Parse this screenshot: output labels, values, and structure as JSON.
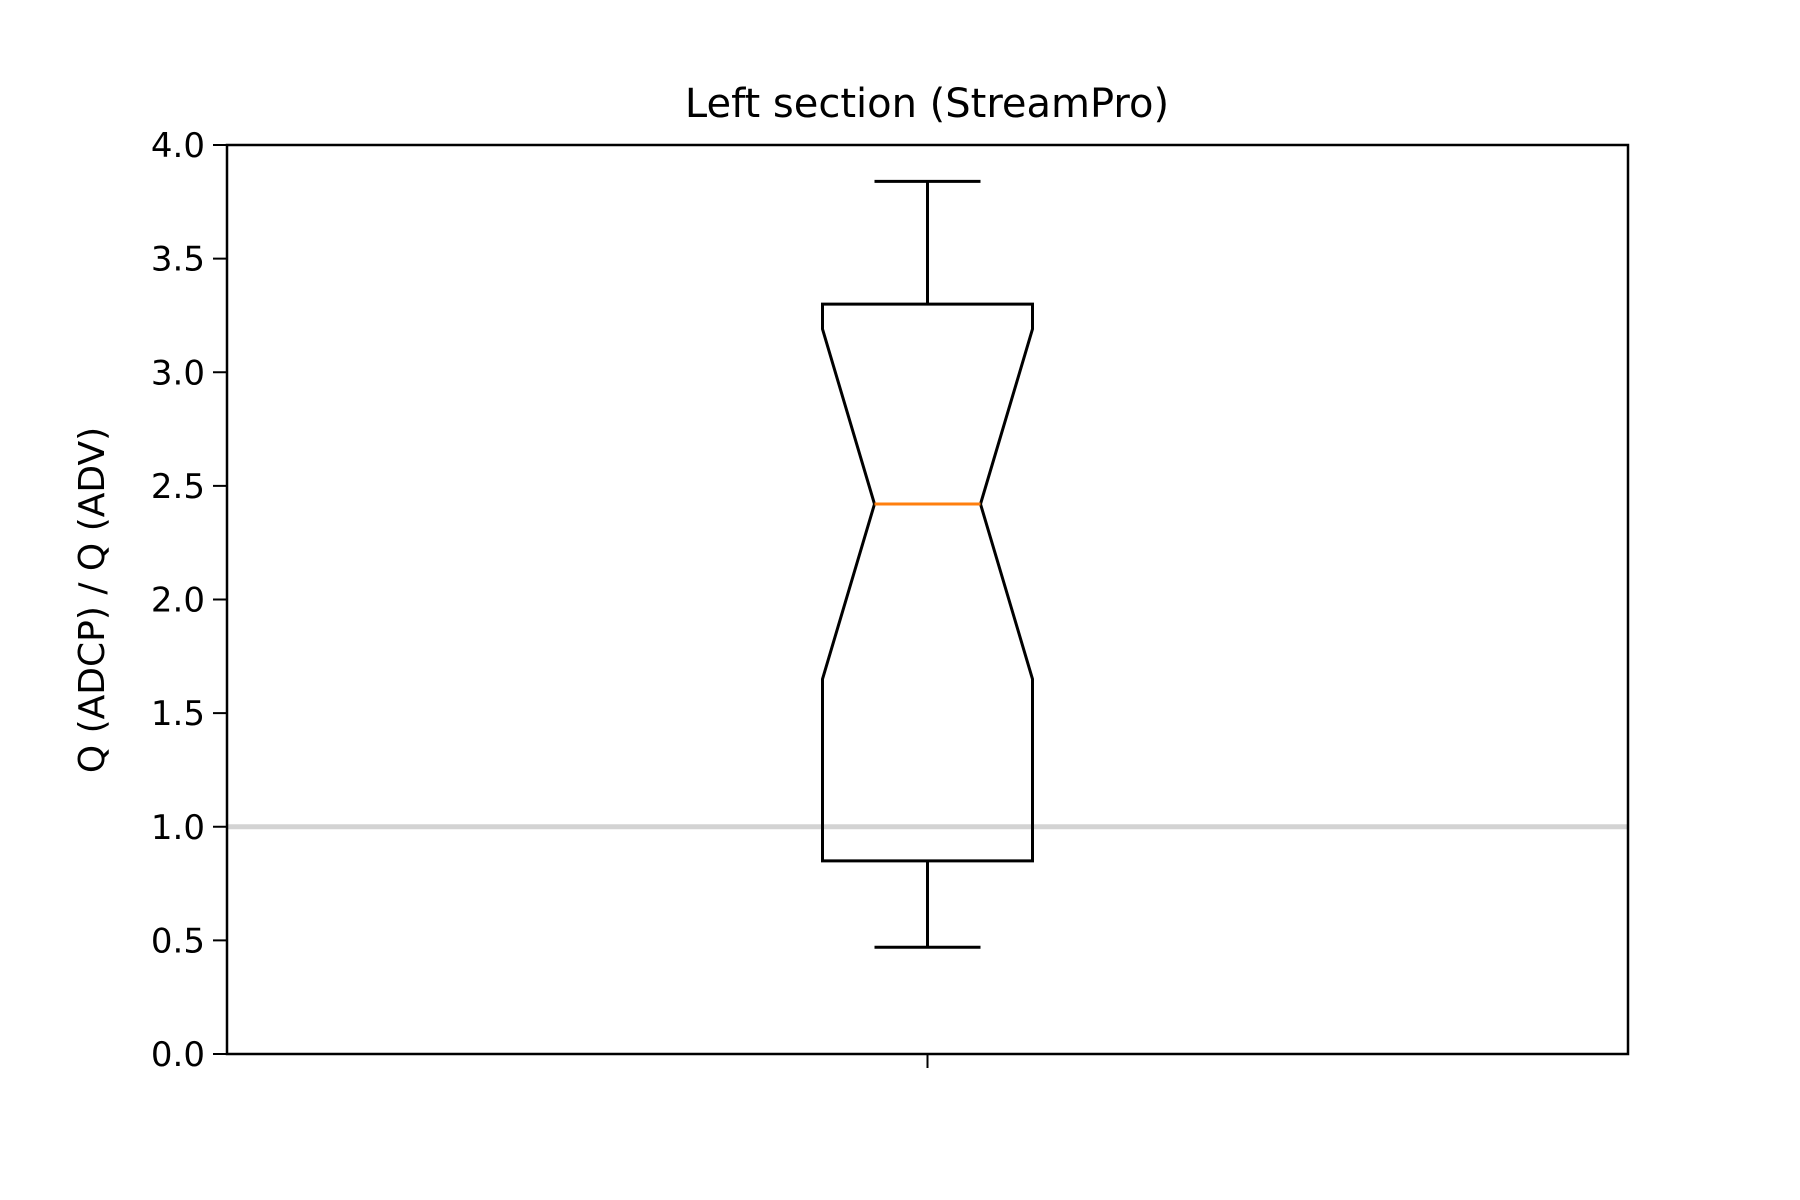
{
  "chart_data": {
    "type": "boxplot",
    "title": "Left section (StreamPro)",
    "xlabel": "",
    "ylabel": "Q (ADCP) / Q (ADV)",
    "ylim": [
      0,
      4
    ],
    "yticks": [
      "0.0",
      "0.5",
      "1.0",
      "1.5",
      "2.0",
      "2.5",
      "3.0",
      "3.5",
      "4.0"
    ],
    "grid": false,
    "notched": true,
    "boxes": [
      {
        "whisker_low": 0.47,
        "q1": 0.85,
        "notch_low": 1.65,
        "median": 2.42,
        "notch_high": 3.19,
        "q3": 3.3,
        "whisker_high": 3.84
      }
    ],
    "reference_line": {
      "y": 1.0,
      "color": "#d3d3d3"
    },
    "colors": {
      "box": "#000000",
      "median": "#ff7f0e",
      "reference": "#d3d3d3"
    }
  }
}
